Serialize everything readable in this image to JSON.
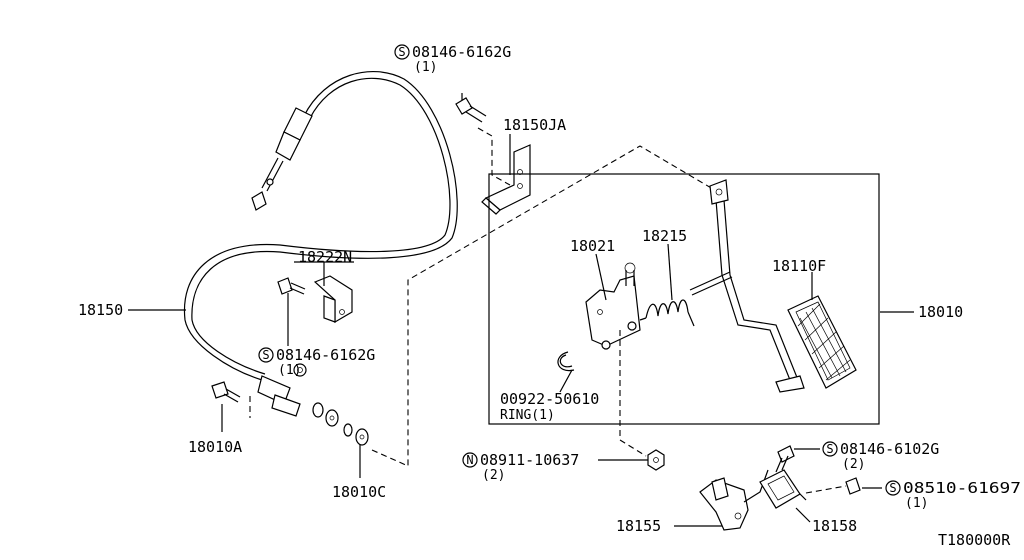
{
  "labels": {
    "p_18150": "18150",
    "p_18150JA": "18150JA",
    "p_18222N": "18222N",
    "p_18010A": "18010A",
    "p_18010C": "18010C",
    "p_18021": "18021",
    "p_18215": "18215",
    "p_18110F": "18110F",
    "p_18010": "18010",
    "p_00922": "00922-50610",
    "ring": "RING(1)",
    "p_18155": "18155",
    "p_18158": "18158",
    "code": "T180000R"
  },
  "callouts": {
    "bolt_top": {
      "symbol": "S",
      "part": "08146-6162G",
      "qty": "(1)"
    },
    "bolt_mid": {
      "symbol": "S",
      "part": "08146-6162G",
      "qty": "(1)"
    },
    "nut": {
      "symbol": "N",
      "part": "08911-10637",
      "qty": "(2)"
    },
    "bolt_right": {
      "symbol": "S",
      "part": "08146-6102G",
      "qty": "(2)"
    },
    "screw_right": {
      "symbol": "S",
      "part": "08510-61697",
      "qty": "(1)"
    }
  }
}
